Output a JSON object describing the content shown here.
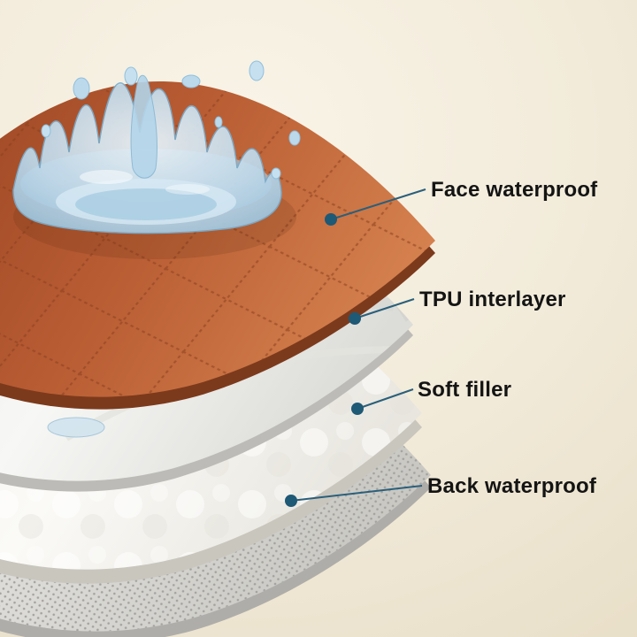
{
  "diagram": {
    "layers": [
      {
        "id": "face-waterproof",
        "label": "Face waterproof",
        "surface_color": "#b85c33",
        "edge_color": "#7c3a1c"
      },
      {
        "id": "tpu-interlayer",
        "label": "TPU interlayer",
        "surface_color": "#efefec",
        "edge_color": "#bcbbb7"
      },
      {
        "id": "soft-filler",
        "label": "Soft filler",
        "surface_color": "#f4f2ee",
        "edge_color": "#c9c6be"
      },
      {
        "id": "back-waterproof",
        "label": "Back waterproof",
        "surface_color": "#d8d7d3",
        "edge_color": "#aeada9"
      }
    ],
    "annotation": {
      "dot_color": "#1e5976",
      "line_color": "#2b5f7a",
      "label_color": "#141414"
    },
    "water_color": "#a9cfe6",
    "background_color": "#efe7d4"
  }
}
